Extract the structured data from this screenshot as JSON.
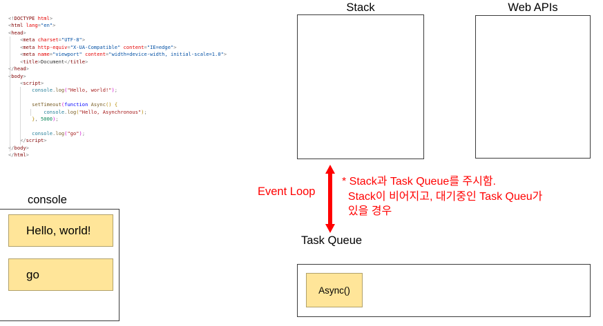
{
  "diagram": {
    "title_stack": "Stack",
    "title_web_apis": "Web APIs",
    "title_task_queue": "Task Queue",
    "title_console": "console",
    "event_loop_label": "Event Loop",
    "annotation": "* Stack과 Task Queue를 주시함.\n  Stack이 비어지고, 대기중인 Task Queu가\n  있을 경우",
    "arrow_color": "#ff0000",
    "block_fill": "#ffe599",
    "block_border": "#b0a06a",
    "box_border": "#3a3a3a"
  },
  "stack": {
    "items": []
  },
  "web_apis": {
    "items": []
  },
  "task_queue": {
    "items": [
      "Async()"
    ]
  },
  "console": {
    "items": [
      "Hello, world!",
      "go"
    ]
  },
  "code": {
    "language": "html",
    "lines": [
      [
        {
          "c": "t-punct",
          "t": "<!"
        },
        {
          "c": "t-tag",
          "t": "DOCTYPE"
        },
        {
          "c": "t-punct",
          "t": " "
        },
        {
          "c": "t-attr",
          "t": "html"
        },
        {
          "c": "t-punct",
          "t": ">"
        }
      ],
      [
        {
          "c": "t-punct",
          "t": "<"
        },
        {
          "c": "t-tag",
          "t": "html"
        },
        {
          "c": "t-punct",
          "t": " "
        },
        {
          "c": "t-attr",
          "t": "lang"
        },
        {
          "c": "t-punct",
          "t": "="
        },
        {
          "c": "t-str",
          "t": "\"en\""
        },
        {
          "c": "t-punct",
          "t": ">"
        }
      ],
      [
        {
          "c": "t-punct",
          "t": "<"
        },
        {
          "c": "t-tag",
          "t": "head"
        },
        {
          "c": "t-punct",
          "t": ">"
        }
      ],
      [
        {
          "c": "t-punct",
          "t": "    <"
        },
        {
          "c": "t-tag",
          "t": "meta"
        },
        {
          "c": "t-punct",
          "t": " "
        },
        {
          "c": "t-attr",
          "t": "charset"
        },
        {
          "c": "t-punct",
          "t": "="
        },
        {
          "c": "t-str",
          "t": "\"UTF-8\""
        },
        {
          "c": "t-punct",
          "t": ">"
        }
      ],
      [
        {
          "c": "t-punct",
          "t": "    <"
        },
        {
          "c": "t-tag",
          "t": "meta"
        },
        {
          "c": "t-punct",
          "t": " "
        },
        {
          "c": "t-attr",
          "t": "http-equiv"
        },
        {
          "c": "t-punct",
          "t": "="
        },
        {
          "c": "t-str",
          "t": "\"X-UA-Compatible\""
        },
        {
          "c": "t-punct",
          "t": " "
        },
        {
          "c": "t-attr",
          "t": "content"
        },
        {
          "c": "t-punct",
          "t": "="
        },
        {
          "c": "t-str",
          "t": "\"IE=edge\""
        },
        {
          "c": "t-punct",
          "t": ">"
        }
      ],
      [
        {
          "c": "t-punct",
          "t": "    <"
        },
        {
          "c": "t-tag",
          "t": "meta"
        },
        {
          "c": "t-punct",
          "t": " "
        },
        {
          "c": "t-attr",
          "t": "name"
        },
        {
          "c": "t-punct",
          "t": "="
        },
        {
          "c": "t-str",
          "t": "\"viewport\""
        },
        {
          "c": "t-punct",
          "t": " "
        },
        {
          "c": "t-attr",
          "t": "content"
        },
        {
          "c": "t-punct",
          "t": "="
        },
        {
          "c": "t-str",
          "t": "\"width=device-width, initial-scale=1.0\""
        },
        {
          "c": "t-punct",
          "t": ">"
        }
      ],
      [
        {
          "c": "t-punct",
          "t": "    <"
        },
        {
          "c": "t-tag",
          "t": "title"
        },
        {
          "c": "t-punct",
          "t": ">"
        },
        {
          "c": "t-text",
          "t": "Document"
        },
        {
          "c": "t-punct",
          "t": "</"
        },
        {
          "c": "t-tag",
          "t": "title"
        },
        {
          "c": "t-punct",
          "t": ">"
        }
      ],
      [
        {
          "c": "t-punct",
          "t": "</"
        },
        {
          "c": "t-tag",
          "t": "head"
        },
        {
          "c": "t-punct",
          "t": ">"
        }
      ],
      [
        {
          "c": "t-punct",
          "t": "<"
        },
        {
          "c": "t-tag",
          "t": "body"
        },
        {
          "c": "t-punct",
          "t": ">"
        }
      ],
      [
        {
          "c": "t-punct",
          "t": "    <"
        },
        {
          "c": "t-tag",
          "t": "script"
        },
        {
          "c": "t-punct",
          "t": ">"
        }
      ],
      [
        {
          "c": "t-punct",
          "t": "        "
        },
        {
          "c": "t-obj",
          "t": "console"
        },
        {
          "c": "t-punct",
          "t": "."
        },
        {
          "c": "t-fn",
          "t": "log"
        },
        {
          "c": "t-brace2",
          "t": "("
        },
        {
          "c": "t-jstr",
          "t": "\"Hello, world!\""
        },
        {
          "c": "t-brace2",
          "t": ")"
        },
        {
          "c": "t-punct",
          "t": ";"
        }
      ],
      [
        {
          "c": "t-punct",
          "t": ""
        }
      ],
      [
        {
          "c": "t-punct",
          "t": "        "
        },
        {
          "c": "t-fn",
          "t": "setTimeout"
        },
        {
          "c": "t-brace2",
          "t": "("
        },
        {
          "c": "t-kw",
          "t": "function"
        },
        {
          "c": "t-punct",
          "t": " "
        },
        {
          "c": "t-fn",
          "t": "Async"
        },
        {
          "c": "t-brace1",
          "t": "()"
        },
        {
          "c": "t-punct",
          "t": " "
        },
        {
          "c": "t-brace1",
          "t": "{"
        }
      ],
      [
        {
          "c": "t-punct",
          "t": "            "
        },
        {
          "c": "t-obj",
          "t": "console"
        },
        {
          "c": "t-punct",
          "t": "."
        },
        {
          "c": "t-fn",
          "t": "log"
        },
        {
          "c": "t-brace1",
          "t": "("
        },
        {
          "c": "t-jstr",
          "t": "\"Hello, Asynchronous\""
        },
        {
          "c": "t-brace1",
          "t": ")"
        },
        {
          "c": "t-punct",
          "t": ";"
        }
      ],
      [
        {
          "c": "t-punct",
          "t": "        "
        },
        {
          "c": "t-brace1",
          "t": "}"
        },
        {
          "c": "t-punct",
          "t": ", "
        },
        {
          "c": "t-num",
          "t": "5000"
        },
        {
          "c": "t-brace2",
          "t": ")"
        },
        {
          "c": "t-punct",
          "t": ";"
        }
      ],
      [
        {
          "c": "t-punct",
          "t": ""
        }
      ],
      [
        {
          "c": "t-punct",
          "t": "        "
        },
        {
          "c": "t-obj",
          "t": "console"
        },
        {
          "c": "t-punct",
          "t": "."
        },
        {
          "c": "t-fn",
          "t": "log"
        },
        {
          "c": "t-brace2",
          "t": "("
        },
        {
          "c": "t-jstr",
          "t": "\"go\""
        },
        {
          "c": "t-brace2",
          "t": ")"
        },
        {
          "c": "t-punct",
          "t": ";"
        }
      ],
      [
        {
          "c": "t-punct",
          "t": "    </"
        },
        {
          "c": "t-tag",
          "t": "script"
        },
        {
          "c": "t-punct",
          "t": ">"
        }
      ],
      [
        {
          "c": "t-punct",
          "t": "</"
        },
        {
          "c": "t-tag",
          "t": "body"
        },
        {
          "c": "t-punct",
          "t": ">"
        }
      ],
      [
        {
          "c": "t-punct",
          "t": "</"
        },
        {
          "c": "t-tag",
          "t": "html"
        },
        {
          "c": "t-punct",
          "t": ">"
        }
      ]
    ]
  }
}
